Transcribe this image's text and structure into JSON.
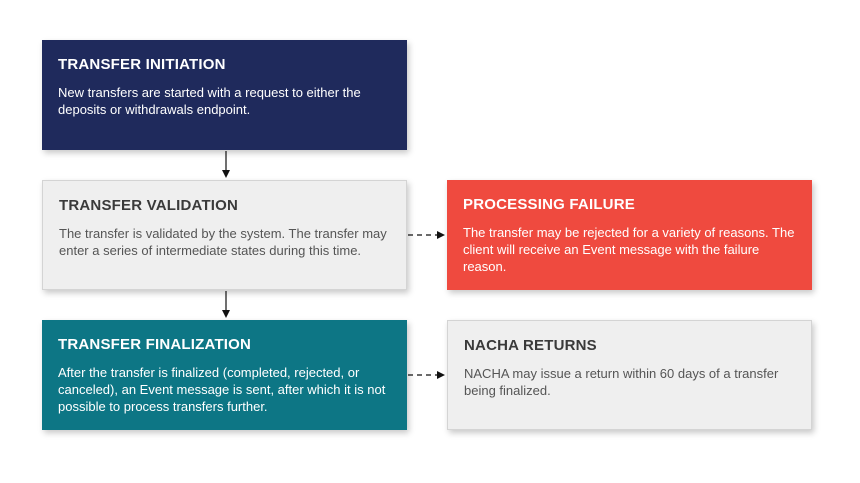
{
  "boxes": {
    "initiation": {
      "title": "TRANSFER INITIATION",
      "description": "New transfers are started with a request to either the deposits or withdrawals endpoint.",
      "color": "#1f2a5c"
    },
    "validation": {
      "title": "TRANSFER VALIDATION",
      "description": "The transfer is validated by the system. The transfer may enter a series of intermediate states during this time.",
      "color": "#efefef"
    },
    "failure": {
      "title": "PROCESSING FAILURE",
      "description": "The transfer may be rejected for a variety of reasons. The client will receive an Event message with the failure reason.",
      "color": "#ef4a3f"
    },
    "finalization": {
      "title": "TRANSFER FINALIZATION",
      "description": "After the transfer is finalized (completed, rejected, or canceled), an Event message is sent, after which it is not possible to process transfers further.",
      "color": "#0d7685"
    },
    "returns": {
      "title": "NACHA RETURNS",
      "description": "NACHA may issue a return within 60 days of a transfer being finalized.",
      "color": "#efefef"
    }
  },
  "connectors": [
    {
      "from": "initiation",
      "to": "validation",
      "style": "solid"
    },
    {
      "from": "validation",
      "to": "finalization",
      "style": "solid"
    },
    {
      "from": "validation",
      "to": "failure",
      "style": "dashed"
    },
    {
      "from": "finalization",
      "to": "returns",
      "style": "dashed"
    }
  ]
}
